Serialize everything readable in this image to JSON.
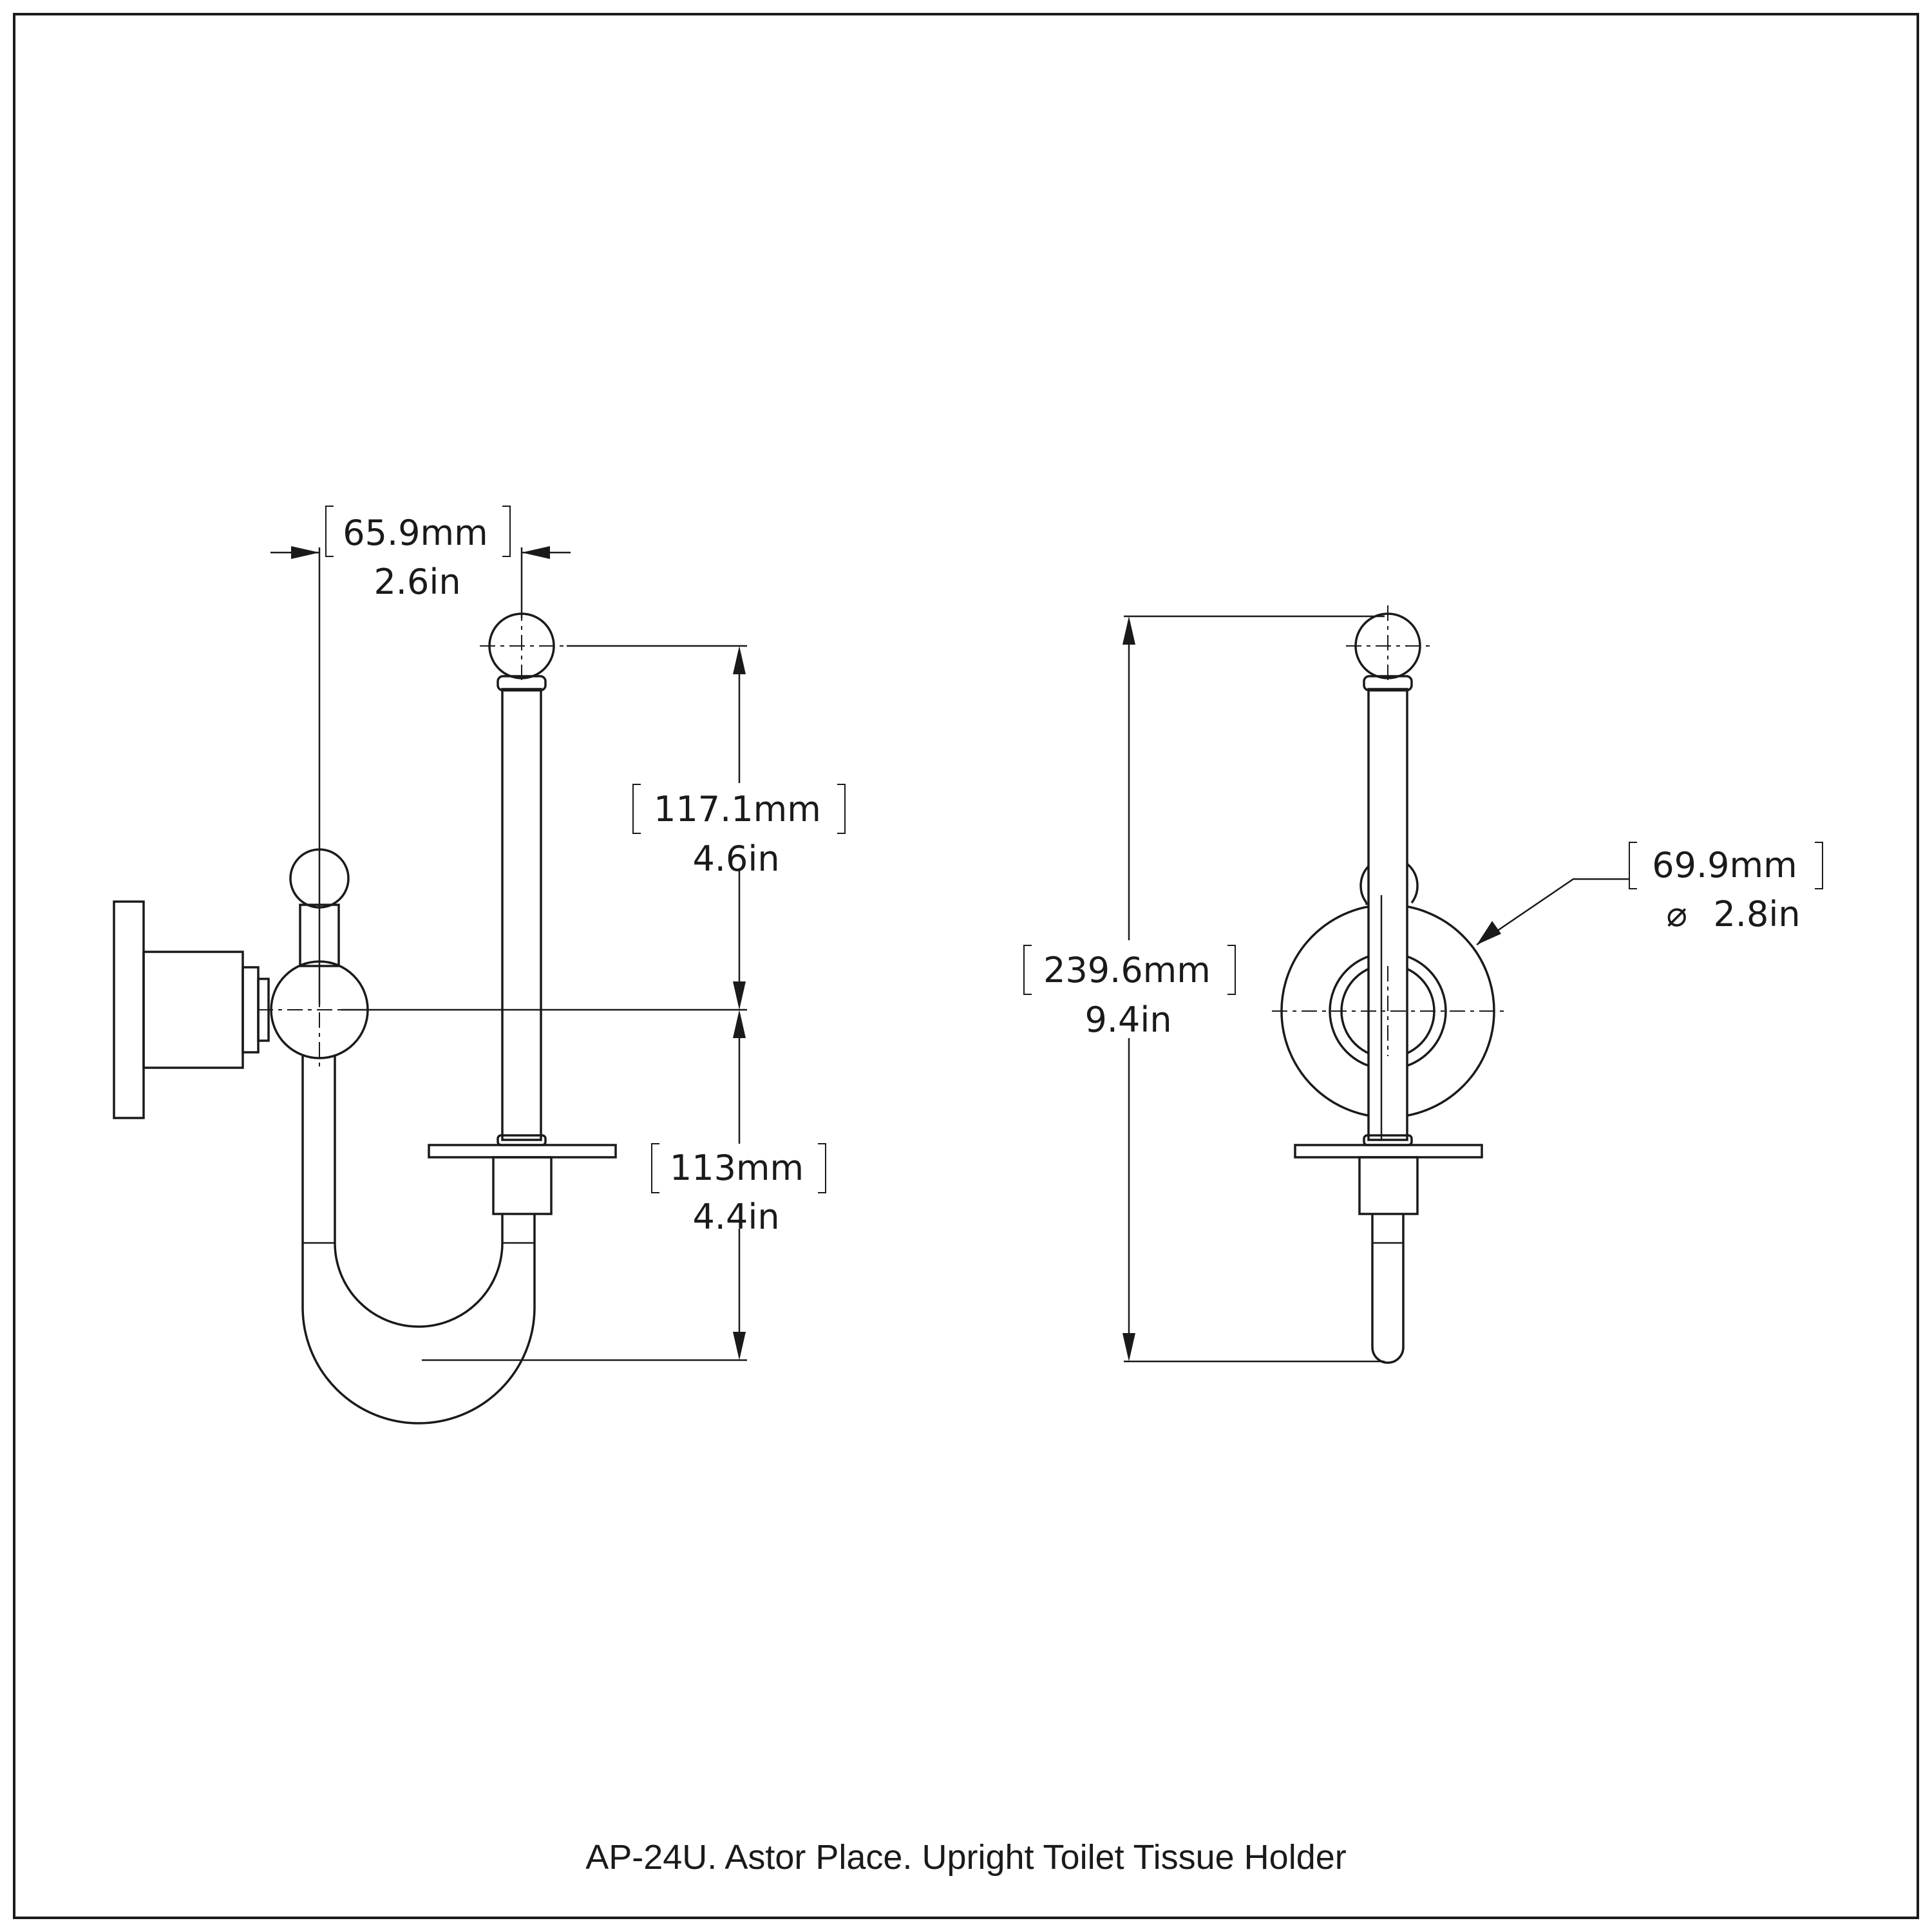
{
  "caption": "AP-24U. Astor Place. Upright Toilet Tissue Holder",
  "dimensions": {
    "projection": {
      "mm": "65.9mm",
      "in": "2.6in"
    },
    "upper_post": {
      "mm": "117.1mm",
      "in": "4.6in"
    },
    "lower_hook": {
      "mm": "113mm",
      "in": "4.4in"
    },
    "overall_height": {
      "mm": "239.6mm",
      "in": "9.4in"
    },
    "flange_diameter": {
      "mm": "69.9mm",
      "in": "2.8in",
      "symbol": "⌀"
    }
  }
}
